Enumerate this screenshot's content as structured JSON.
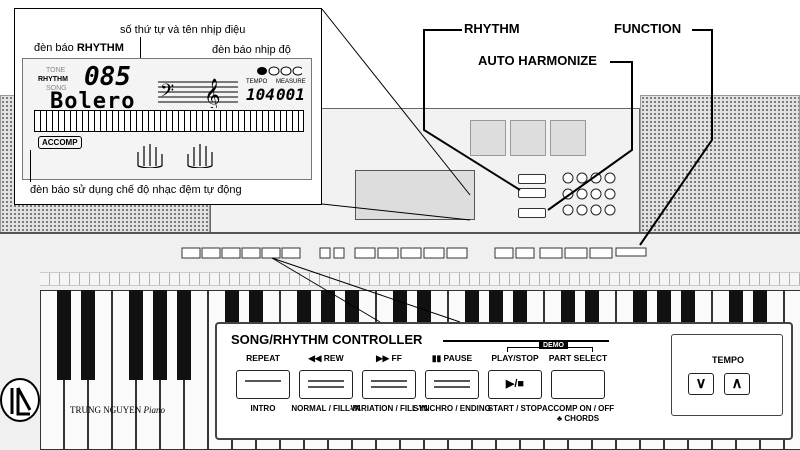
{
  "callouts": {
    "rhythm": "RHYTHM",
    "function": "FUNCTION",
    "auto_harmonize": "AUTO HARMONIZE"
  },
  "lcd": {
    "label_song_number": "số thứ tự và tên nhịp điệu",
    "label_rhythm_indicator": "đèn báo RHYTHM",
    "label_rhythm_indicator_prefix": "đèn báo ",
    "label_rhythm_indicator_bold": "RHYTHM",
    "label_tempo_indicator": "đèn báo nhịp độ",
    "label_accomp_indicator": "đèn báo sử dụng chế độ nhạc đệm tự động",
    "mode_tone": "TONE",
    "mode_rhythm": "RHYTHM",
    "mode_song": "SONG",
    "number": "085",
    "name": "Bolero",
    "tempo_label": "TEMPO",
    "measure_label": "MEASURE",
    "tempo_value": "104",
    "measure_value": "001",
    "accomp_badge": "ACCOMP"
  },
  "controller": {
    "title": "SONG/RHYTHM CONTROLLER",
    "demo": "DEMO",
    "buttons": [
      {
        "top": "REPEAT",
        "bottom": "INTRO"
      },
      {
        "top": "◀◀ REW",
        "bottom": "NORMAL / FILL-IN"
      },
      {
        "top": "▶▶ FF",
        "bottom": "VARIATION / FILL-IN"
      },
      {
        "top": "▮▮ PAUSE",
        "bottom": "SYNCHRO / ENDING"
      },
      {
        "top": "PLAY/STOP",
        "bottom": "START / STOP",
        "glyph": "▶/■"
      },
      {
        "top": "PART SELECT",
        "bottom": "ACCOMP ON / OFF",
        "bottom2": "♣ CHORDS"
      }
    ],
    "tempo_title": "TEMPO",
    "tempo_down": "∨",
    "tempo_up": "∧"
  },
  "watermark": {
    "brand": "TRUNG NGUYEN",
    "brand2": "Piano"
  }
}
